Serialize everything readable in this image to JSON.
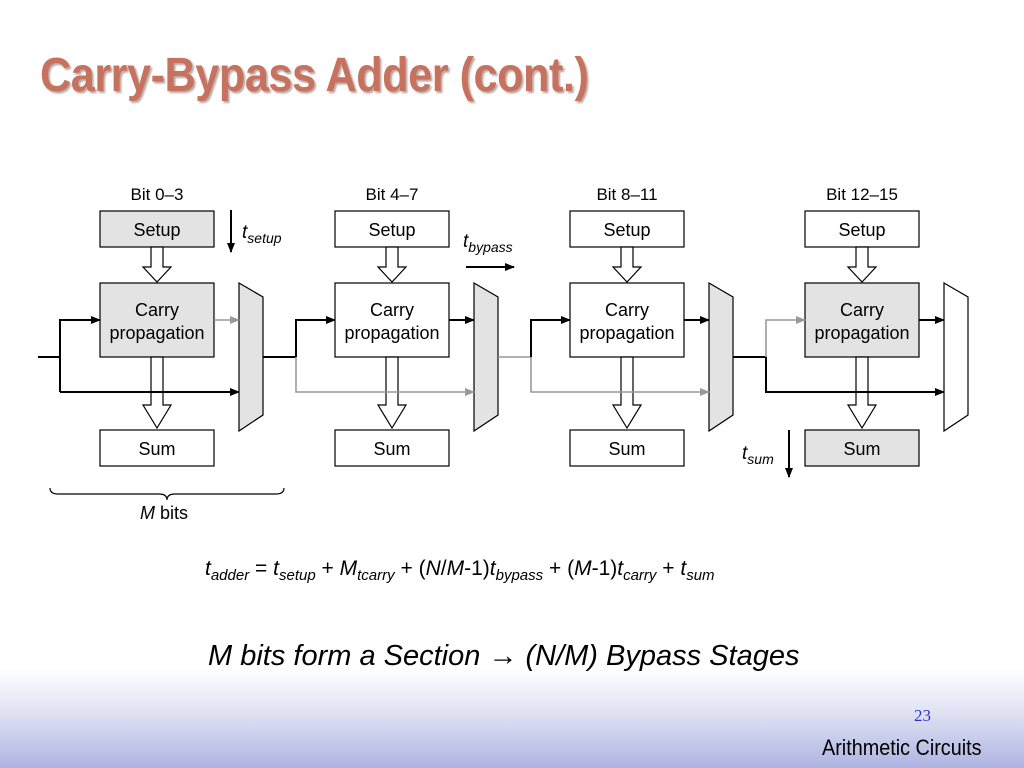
{
  "slide": {
    "title": "Carry-Bypass Adder (cont.)",
    "page_number": "23",
    "footer": "Arithmetic Circuits"
  },
  "diagram": {
    "stages": [
      {
        "bit_label": "Bit 0–3",
        "setup": "Setup",
        "carry_line1": "Carry",
        "carry_line2": "propagation",
        "sum": "Sum"
      },
      {
        "bit_label": "Bit 4–7",
        "setup": "Setup",
        "carry_line1": "Carry",
        "carry_line2": "propagation",
        "sum": "Sum"
      },
      {
        "bit_label": "Bit 8–11",
        "setup": "Setup",
        "carry_line1": "Carry",
        "carry_line2": "propagation",
        "sum": "Sum"
      },
      {
        "bit_label": "Bit 12–15",
        "setup": "Setup",
        "carry_line1": "Carry",
        "carry_line2": "propagation",
        "sum": "Sum"
      }
    ],
    "t_setup": {
      "t": "t",
      "sub": "setup"
    },
    "t_bypass": {
      "t": "t",
      "sub": "bypass"
    },
    "t_sum": {
      "t": "t",
      "sub": "sum"
    },
    "brace_label_m": "M",
    "brace_label_bits": "bits",
    "colors": {
      "highlight_fill": "#e3e3e3",
      "active_wire": "#000000",
      "inactive_wire": "#999999"
    }
  },
  "formula": {
    "t_adder": "t",
    "t_adder_sub": "adder",
    "eq": " = ",
    "t_setup": "t",
    "t_setup_sub": "setup",
    "plus1": " + ",
    "m_tcarry": "M",
    "m_tcarry_sub": "tcarry",
    "plus2": " + ",
    "nm_open": "(",
    "nm_n": "N",
    "nm_slash": "/",
    "nm_m": "M",
    "nm_close": "-1)",
    "t_bypass": "t",
    "t_bypass_sub": "bypass",
    "plus3": " + ",
    "m1_open": "(",
    "m1_m": "M",
    "m1_close": "-1)",
    "t_carry": "t",
    "t_carry_sub": "carry",
    "plus4": " + ",
    "t_sum": "t",
    "t_sum_sub": "sum"
  },
  "caption": {
    "left": "M bits form a Section ",
    "arrow": "→",
    "right": " (N/M) Bypass Stages"
  }
}
